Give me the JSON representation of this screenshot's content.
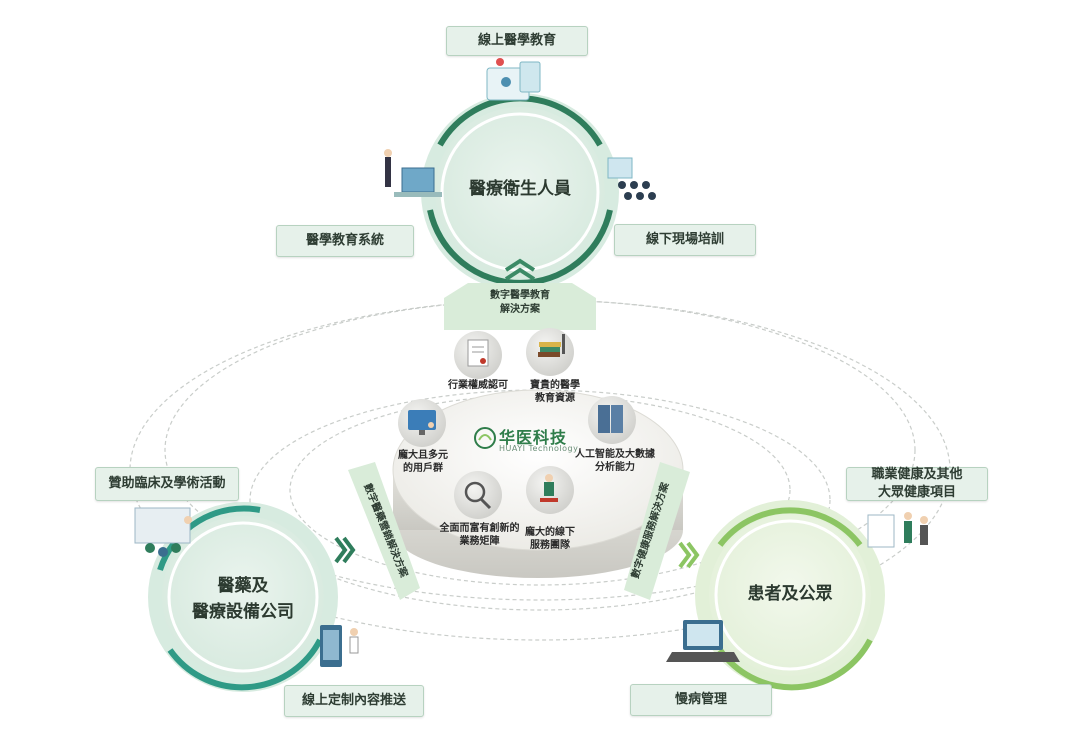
{
  "colors": {
    "ring_dark": "#2f7d5c",
    "ring_light": "#d5e9dc",
    "ring_light_green": "#92c96a",
    "label_bg": "#e6f1ea",
    "logo_green": "#2f7d4a"
  },
  "center": {
    "logo_text": "华医科技",
    "logo_subtext": "HUAYI Technology",
    "strengths": [
      {
        "label": "行業權威認可",
        "icon": "certificate-icon"
      },
      {
        "label": "寶貴的醫學\n教育資源",
        "icon": "books-icon"
      },
      {
        "label": "龐大且多元\n的用戶群",
        "icon": "monitor-user-icon"
      },
      {
        "label": "人工智能及大數據\n分析能力",
        "icon": "server-icon"
      },
      {
        "label": "全面而富有創新的\n業務矩陣",
        "icon": "magnifier-icon"
      },
      {
        "label": "龐大的線下\n服務團隊",
        "icon": "service-team-icon"
      }
    ]
  },
  "top": {
    "title": "醫療衛生人員",
    "labels": [
      "線上醫學教育",
      "醫學教育系統",
      "線下現場培訓"
    ],
    "ribbon": "數字醫學教育\n解決方案"
  },
  "left": {
    "title": "醫藥及\n醫療設備公司",
    "labels": [
      "贊助臨床及學術活動",
      "線上定制內容推送"
    ],
    "ribbon": "數字醫藥營銷解決方案"
  },
  "right": {
    "title": "患者及公眾",
    "labels": [
      "職業健康及其他\n大眾健康項目",
      "慢病管理"
    ],
    "ribbon": "數字健康服務解決方案"
  }
}
